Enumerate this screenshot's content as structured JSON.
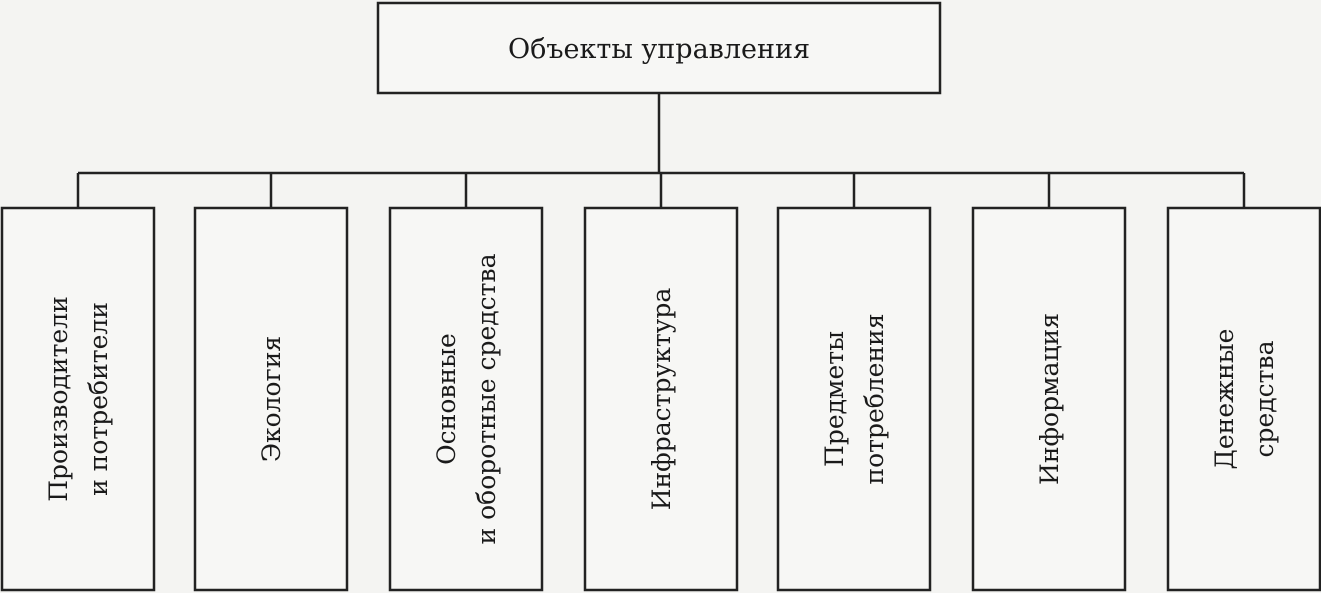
{
  "root": {
    "label": "Объекты управления"
  },
  "children": [
    {
      "lines": [
        "Производители",
        "и потребители"
      ]
    },
    {
      "lines": [
        "Экология"
      ]
    },
    {
      "lines": [
        "Основные",
        "и оборотные средства"
      ]
    },
    {
      "lines": [
        "Инфраструктура"
      ]
    },
    {
      "lines": [
        "Предметы",
        "потребления"
      ]
    },
    {
      "lines": [
        "Информация"
      ]
    },
    {
      "lines": [
        "Денежные",
        "средства"
      ]
    }
  ]
}
